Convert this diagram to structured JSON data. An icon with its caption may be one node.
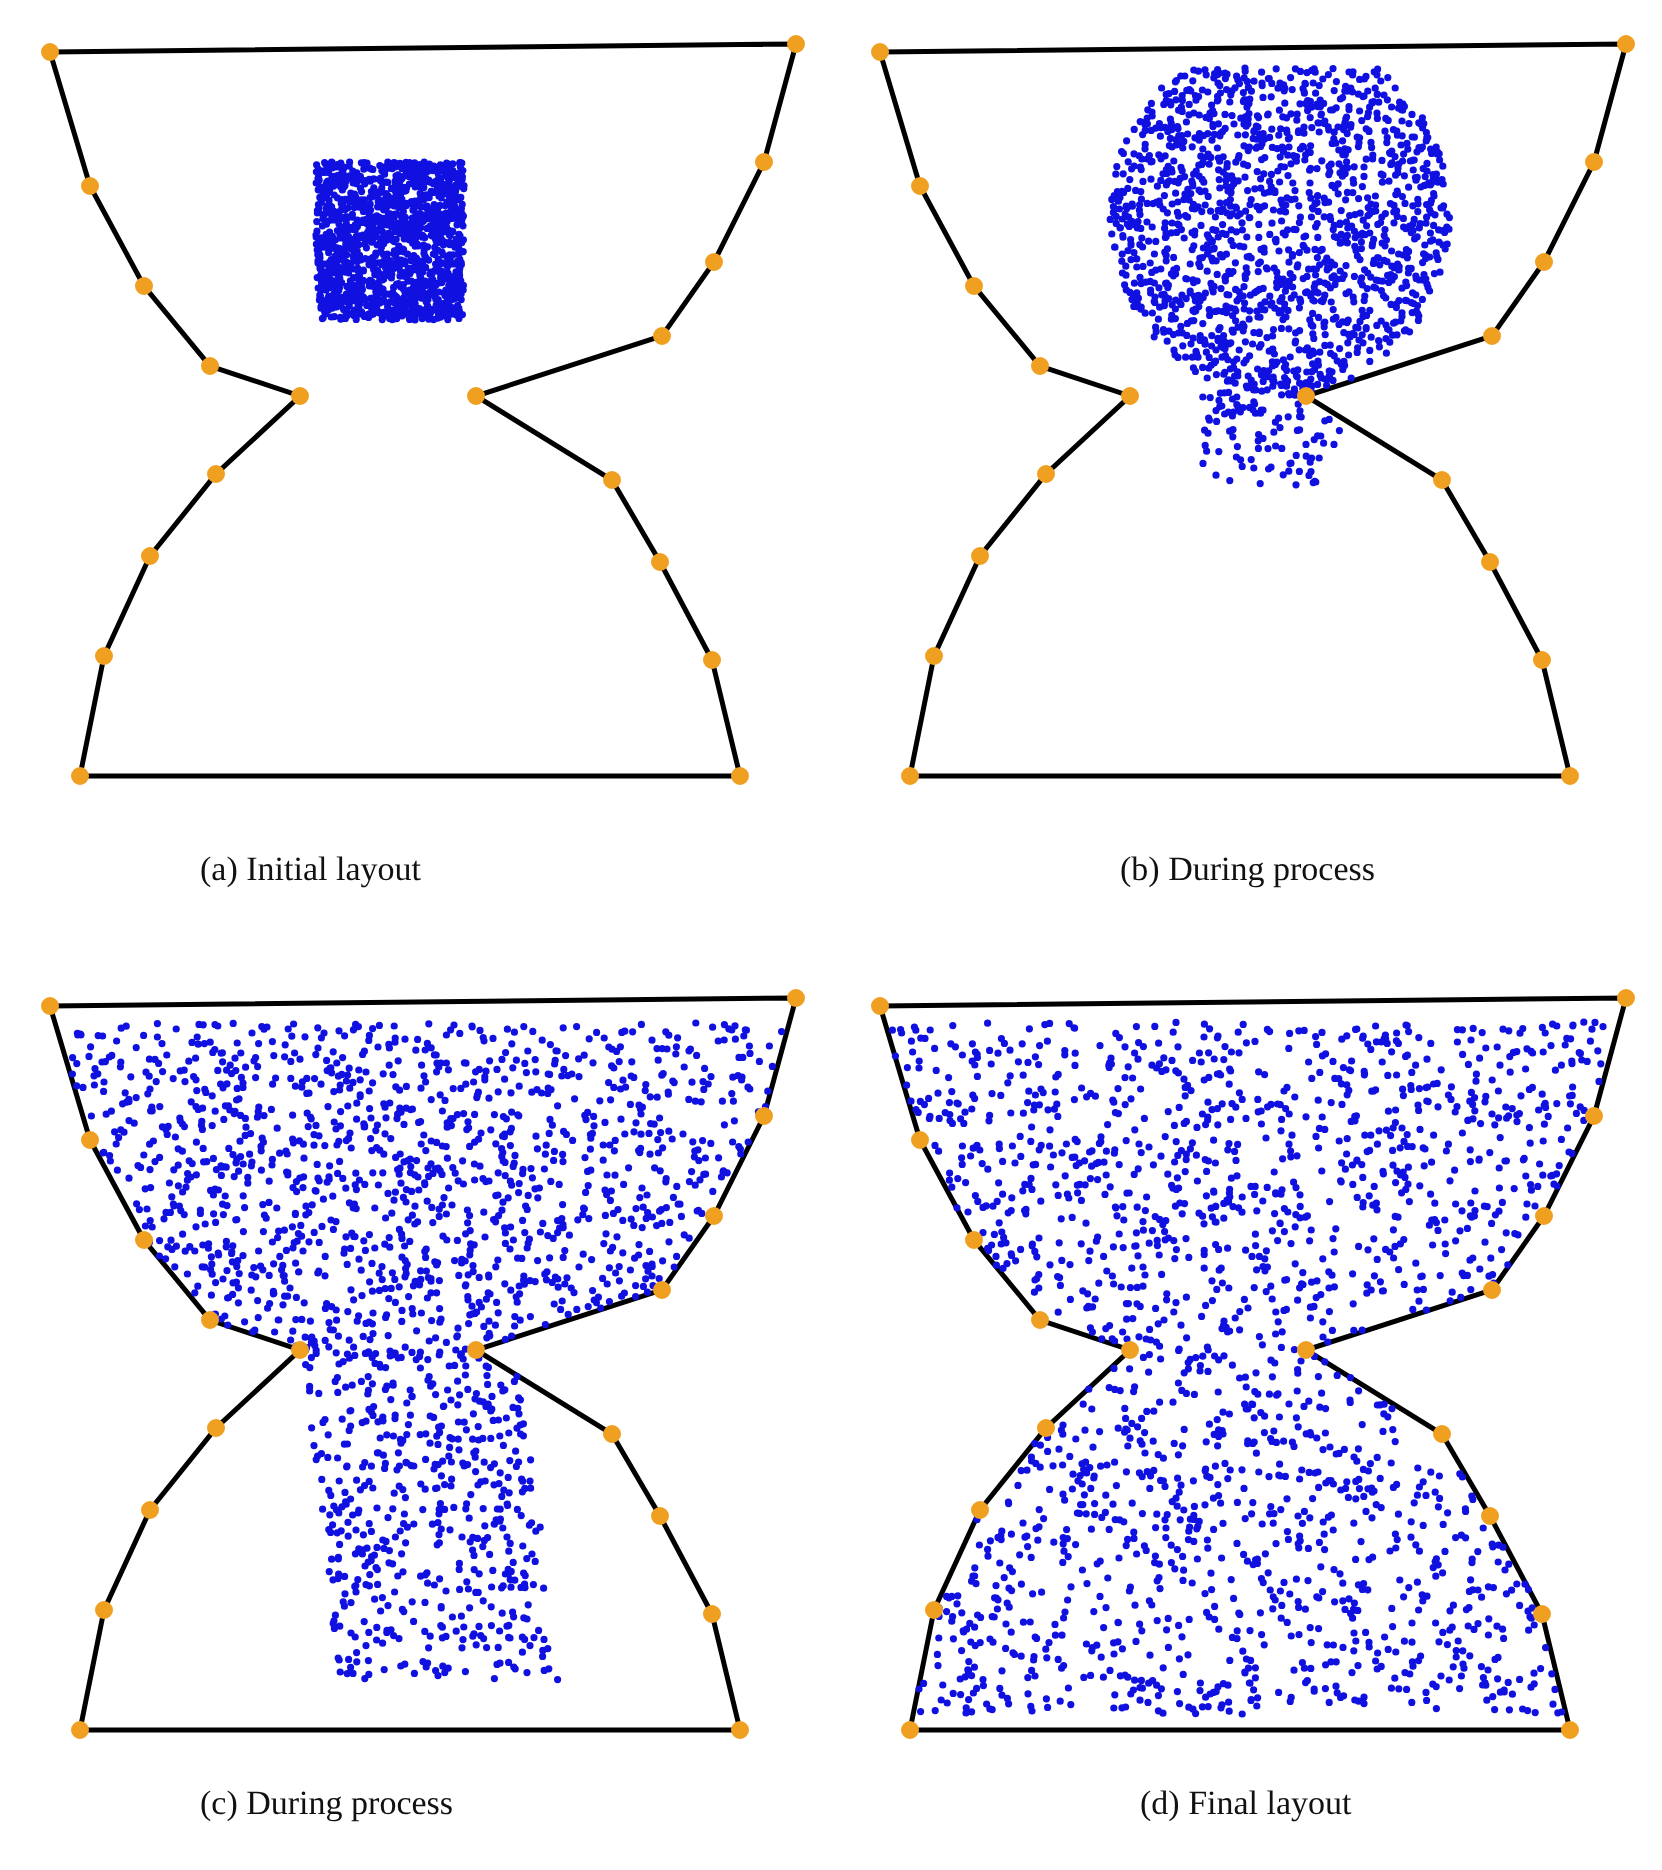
{
  "diagram": {
    "labels": [
      "(a) Initial layout",
      "(b) During process",
      "(c) During process",
      "(d) Final layout"
    ]
  }
}
